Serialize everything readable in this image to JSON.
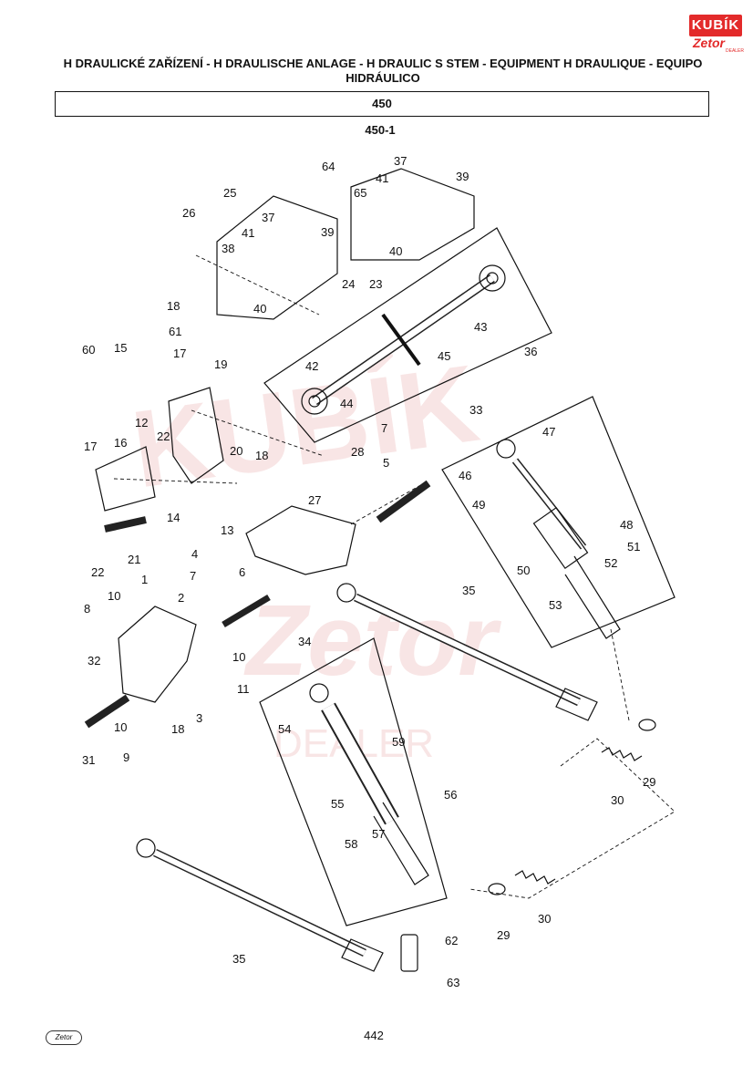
{
  "header": {
    "title": "H DRAULICKÉ ZAŘÍZENÍ - H DRAULISCHE ANLAGE - H DRAULIC S STEM - EQUIPMENT H DRAULIQUE - EQUIPO HIDRÁULICO",
    "section": "450",
    "subsection": "450-1"
  },
  "brand": {
    "logo_text": "KUBÍK",
    "logo_sub": "Zetor",
    "logo_small": "DEALER",
    "accent": "#e32a2a"
  },
  "callouts": [
    "1",
    "2",
    "3",
    "4",
    "5",
    "6",
    "7",
    "7",
    "8",
    "9",
    "10",
    "10",
    "10",
    "11",
    "12",
    "13",
    "14",
    "15",
    "16",
    "17",
    "17",
    "18",
    "18",
    "18",
    "19",
    "20",
    "21",
    "22",
    "22",
    "23",
    "24",
    "25",
    "26",
    "27",
    "28",
    "29",
    "29",
    "30",
    "30",
    "31",
    "32",
    "33",
    "34",
    "35",
    "35",
    "36",
    "37",
    "37",
    "38",
    "39",
    "39",
    "40",
    "40",
    "41",
    "41",
    "42",
    "43",
    "44",
    "45",
    "46",
    "47",
    "48",
    "49",
    "50",
    "51",
    "52",
    "53",
    "54",
    "55",
    "56",
    "57",
    "58",
    "59",
    "60",
    "61",
    "62",
    "63",
    "64",
    "65"
  ],
  "footer": {
    "page": "442",
    "logo": "Zetor"
  }
}
